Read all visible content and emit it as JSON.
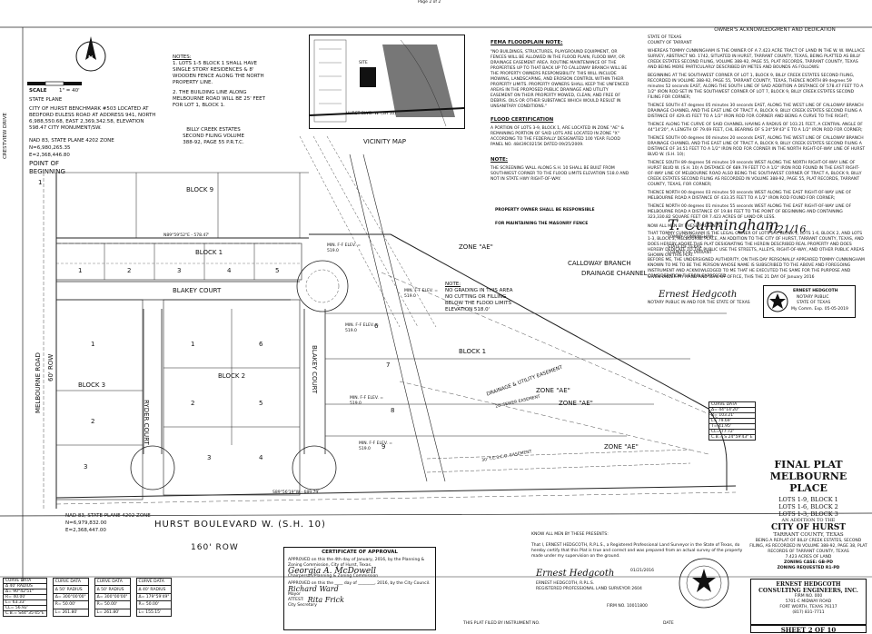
{
  "header": {
    "top_center": "Page 2 of 2"
  },
  "left_block": {
    "street_crestview": "CRESTVIEW DRIVE",
    "scale_label": "SCALE",
    "scale_value": "1\" = 40'",
    "state_plane": "STATE PLANE",
    "benchmark": "CITY OF HURST BENCHMARK #503 LOCATED AT BEDFORD EULESS ROAD AT ADDRESS 941, NORTH 6,988,550.68, EAST 2,369,342.58, ELEVATION 598.47 CITY MONUMENT/SW.",
    "nad_top": "NAD 83, STATE PLANE 4202 ZONE",
    "nad_top_n": "N=6,980,265.35",
    "nad_top_e": "E=2,368,446.80",
    "pob": "POINT OF BEGINNING",
    "nad_bottom": "NAD 83, STATE PLANE 4202 ZONE",
    "nad_bottom_n": "N=6,979,832.00",
    "nad_bottom_e": "E=2,368,447.00",
    "melbourne_road": "MELBOURNE ROAD",
    "melbourne_row": "60' ROW"
  },
  "notes": {
    "title": "NOTES:",
    "items": [
      "1. LOTS 1-5 BLOCK 1 SHALL HAVE SINGLE STORY RESIDENCES & 8' WOODEN FENCE ALONG THE NORTH PROPERTY LINE.",
      "2. THE BUILDING LINE ALONG MELBOURNE ROAD WILL BE 25' FEET FOR LOT 1, BLOCK 1."
    ]
  },
  "billy_creek": "BILLY CREEK ESTATES SECOND FILING VOLUME 388-92, PAGE 55 P.R.T.C.",
  "vicinity": {
    "label": "VICINITY MAP",
    "street": "HURST BLVD. W. (SH 10)",
    "site": "SITE"
  },
  "fema": {
    "title": "FEMA FLOODPLAIN NOTE:",
    "body": "\"NO BUILDINGS, STRUCTURES, PLAYGROUND EQUIPMENT, OR FENCES WILL BE ALLOWED IN THE FLOOD PLAIN, FLOOD WAY, OR DRAINAGE EASEMENT AREA. ROUTINE MAINTENANCE OF THE PROPERTIES UP TO THAT BACK UP TO CALLOWAY BRANCH WILL BE THE PROPERTY OWNERS RESPONSIBILITY. THIS WILL INCLUDE MOWING, LANDSCAPING, AND EROSION CONTROL WITHIN THEIR PROPERTY LIMITS. PROPERTY OWNERS SHALL KEEP THE UNFENCED AREAS IN THE PROPOSED PUBLIC DRAINAGE AND UTILITY EASEMENT ON THEIR PROPERTY MOWED, CLEAN, AND FREE OF DEBRIS. OILS OR OTHER SUBSTANCE WHICH WOULD RESULT IN UNSANITARY CONDITIONS.\"",
    "flood_title": "FLOOD CERTIFICATION",
    "flood_body": "A PORTION OF LOTS 3-9, BLOCK 1, ARE LOCATED IN ZONE \"AE\" & REMAINING PORTION OF SAID LOTS ARE LOCATED IN ZONE \"X\" ACCORDING TO THE FEDERALLY DESIGNATED 100 YEAR FLOOD PANEL NO. 48439C0215K DATED 09/25/2009.",
    "note_title": "NOTE:",
    "note_body": "THE SCREENING WALL ALONG S.H. 10 SHALL BE BUILT FROM SOUTHWEST CORNER TO THE FLOOD LIMITS ELEVATION 518.0 AND NOT IN STATE HWY RIGHT-OF-WAY.",
    "owner_resp_1": "PROPERTY OWNER SHALL BE RESPONSIBLE",
    "owner_resp_2": "FOR MAINTAINING THE MASONRY FENCE"
  },
  "dedication": {
    "title": "OWNER'S ACKNOWLEDGMENT AND DEDICATION",
    "state": "STATE OF TEXAS",
    "county": "COUNTY OF TARRANT",
    "para1": "WHEREAS TOMMY CUNNINGHAM IS THE OWNER OF A 7.423 ACRE TRACT OF LAND IN THE W. W. WALLACE SURVEY, ABSTRACT NO. 1742, SITUATED IN HURST, TARRANT COUNTY, TEXAS, BEING PLATTED AS BILLY CREEK ESTATES SECOND FILING, VOLUME 388-92, PAGE 55, PLAT RECORDS, TARRANT COUNTY, TEXAS AND BEING MORE PARTICULARLY DESCRIBED BY METES AND BOUNDS AS FOLLOWS:",
    "para2": "BEGINNING AT THE SOUTHWEST CORNER OF LOT 1, BLOCK 9, BILLY CREEK ESTATES SECOND FILING, RECORDED IN VOLUME 388-92, PAGE 55, TARRANT COUNTY, TEXAS, THENCE NORTH 89 degrees 59 minutes 52 seconds EAST, ALONG THE SOUTH LINE OF SAID ADDITION A DISTANCE OF 578.47 FEET TO A 1/2\" IRON ROD SET IN THE SOUTHWEST CORNER OF LOT 7, BLOCK 9, BILLY CREEK ESTATES SECOND FILING FOR CORNER;",
    "para3": "THENCE SOUTH 47 degrees 05 minutes 30 seconds EAST, ALONG THE WEST LINE OF CALLOWAY BRANCH DRAINAGE CHANNEL AND THE EAST LINE OF TRACT A, BLOCK 9, BILLY CREEK ESTATES SECOND FILING A DISTANCE OF 429.45 FEET TO A 1/2\" IRON ROD FOR CORNER AND BEING A CURVE TO THE RIGHT;",
    "para4": "THENCE ALONG THE CURVE OF SAID CHANNEL HAVING A RADIUS OF 103.21 FEET, A CENTRAL ANGLE OF 44°14'20\", A LENGTH OF 79.69 FEET, CHL BEARING OF S 24°59'43\" E TO A 1/2\" IRON ROD FOR CORNER;",
    "para5": "THENCE SOUTH 00 degrees 00 minutes 20 seconds EAST, ALONG THE WEST LINE OF CALLOWAY BRANCH DRAINAGE CHANNEL AND THE EAST LINE OF TRACT A, BLOCK 9, BILLY CREEK ESTATES SECOND FILING A DISTANCE OF 34.51 FEET TO A 1/2\" IRON ROD FOR CORNER IN THE NORTH RIGHT-OF-WAY LINE OF HURST BLVD W. (S.H. 10);",
    "para6": "THENCE SOUTH 89 degrees 56 minutes 19 seconds WEST ALONG THE NORTH RIGHT-OF-WAY LINE OF HURST BLVD W. (S.H. 10) A DISTANCE OF 689.79 FEET TO A 1/2\" IRON ROD FOUND IN THE EAST RIGHT-OF-WAY LINE OF MELBOURNE ROAD ALSO BEING THE SOUTHWEST CORNER OF TRACT A, BLOCK 9, BILLY CREEK ESTATES SECOND FILING AS RECORDED IN VOLUME 388-92, PAGE 55, PLAT RECORDS, TARRANT COUNTY, TEXAS, FOR CORNER;",
    "para7": "THENCE NORTH 00 degrees 03 minutes 50 seconds WEST ALONG THE EAST RIGHT-OF-WAY LINE OF MELBOURNE ROAD A DISTANCE OF 433.35 FEET TO A 1/2\" IRON ROD FOUND FOR CORNER;",
    "para8": "THENCE NORTH 00 degrees 01 minutes 55 seconds WEST ALONG THE EAST RIGHT-OF-WAY LINE OF MELBOURNE ROAD A DISTANCE OF 19.84 FEET TO THE POINT OF BEGINNING AND CONTAINING 323,330.82 SQUARE FEET OR 7.423 ACRES OF LAND OR LESS.",
    "now_title": "NOW ALL MEN BY THESE PRESENTS:",
    "now_body": "THAT TOMMY CUNNINGHAM IS THE LEGAL OWNER OF LOTS 1-9, BLOCK 1, LOTS 1-6, BLOCK 2, AND LOTS 1-3, BLOCK 3, MELBOURNE PLACE, AN ADDITION TO THE CITY OF HURST, TARRANT COUNTY, TEXAS, AND DOES HEREBY ADOPT THIS PLAT DESIGNATING THE HEREIN DESCRIBED REAL PROPERTY AND DOES HEREBY DEDICATE TO THE PUBLIC USE THE STREETS, ALLEYS, RIGHT-OF-WAY, AND OTHER PUBLIC AREAS SHOWN ON THIS PLAT.",
    "owner_name": "TOMMY CUNNINGHAM",
    "signature": "T. Cunningham",
    "sign_date": "1/21/16",
    "state2": "STATE OF TEXAS",
    "county2": "COUNTY OF TARRANT",
    "notary_body": "BEFORE ME, THE UNDERSIGNED AUTHORITY, ON THIS DAY PERSONALLY APPEARED TOMMY CUNNINGHAM KNOWN TO ME TO BE THE PERSON WHOSE NAME IS SUBSCRIBED TO THE ABOVE AND FOREGOING INSTRUMENT AND ACKNOWLEDGED TO ME THAT HE EXECUTED THE SAME FOR THE PURPOSE AND CONSIDERATION THEREIN EXPRESSED.",
    "given_line": "GIVEN UNDER MY HAND AND SEAL OF OFFICE, THIS THE 21 DAY OF January 2016",
    "notary_sig": "Ernest Hedgcoth",
    "notary_caption": "NOTARY PUBLIC IN AND FOR THE STATE OF TEXAS",
    "seal_name": "ERNEST HEDGCOTH",
    "seal_line1": "NOTARY PUBLIC",
    "seal_line2": "STATE OF TEXAS",
    "seal_line3": "My Comm. Exp. 05-05-2019"
  },
  "plat_labels": {
    "block9": "BLOCK 9",
    "block1_top": "BLOCK 1",
    "block1_right": "BLOCK 1",
    "block2": "BLOCK 2",
    "block3": "BLOCK 3",
    "blakey_court_h": "BLAKEY COURT",
    "blakey_court_v": "BLAKEY COURT",
    "ryder_court": "RYDER COURT",
    "calloway_1": "CALLOWAY BRANCH",
    "calloway_2": "DRAINAGE CHANNEL",
    "zone_ae_1": "ZONE \"AE\"",
    "zone_ae_2": "ZONE \"AE\"",
    "zone_ae_3": "ZONE \"AE\"",
    "zone_ae_4": "ZONE \"AE\"",
    "no_grading_1": "NOTE:",
    "no_grading_2": "NO GRADING IN THIS AREA",
    "no_grading_3": "NO CUTTING OR FILLING",
    "no_grading_4": "BELOW THE FLOOD LIMITS",
    "no_grading_5": "ELEVATION 518.0'",
    "drainage_easement": "DRAINAGE & UTILITY EASEMENT",
    "sewer_easement": "20' SEWER EASEMENT",
    "tesco_easement": "30' T.E.S.C.O. EASEMENT",
    "hurst_blvd": "HURST BOULEVARD W. (S.H. 10)",
    "hurst_row": "160' ROW",
    "min_ff_1": "MIN. F-F ELEV. = 519.0",
    "min_ff_2": "MIN. F-F ELEV. = 519.0",
    "min_ff_3": "MIN. F-F ELEV. = 519.0",
    "min_ff_4": "MIN. F-F ELEV. = 519.0",
    "min_ff_5": "MIN. F-F ELEV. = 519.0",
    "bearing_top": "N89°59'52\"E - 578.47'",
    "bearing_bottom": "S89°56'19\"W - 689.79'",
    "lot_numbers_block1_top": [
      "1",
      "2",
      "3",
      "4",
      "5"
    ],
    "lot_numbers_block2": [
      "1",
      "2",
      "3",
      "4",
      "5",
      "6"
    ],
    "lot_numbers_block3": [
      "1",
      "2",
      "3"
    ],
    "lot_numbers_block1_right": [
      "6",
      "7",
      "8",
      "9"
    ],
    "pob_lot": "1"
  },
  "curve_data_right": {
    "title": "CURVE DATA",
    "rows": [
      "Δ= 44°14'20\"",
      "R= 103.21'",
      "L= 79.69'",
      "T= 41.95'",
      "CL= 77.72'",
      "C.B.= S 24°59'43\" E"
    ]
  },
  "curve_tables": [
    {
      "title": "CURVE DATA",
      "rows": [
        "Δ 40' RADIUS",
        "Δ= 90°42'51\"",
        "R= 40.00'",
        "L= 63.33'",
        "CL= 56.92'",
        "C.B.= S44°35'45\"E"
      ]
    },
    {
      "title": "CURVE DATA",
      "rows": [
        "Δ 50' RADIUS",
        "Δ= 300°00'00\"",
        "R= 50.00'",
        "L= 261.80'",
        "",
        ""
      ]
    },
    {
      "title": "CURVE DATA",
      "rows": [
        "Δ 50' RADIUS",
        "Δ= 300°00'00\"",
        "R= 50.00'",
        "L= 261.80'",
        "",
        ""
      ]
    },
    {
      "title": "CURVE DATA",
      "rows": [
        "Δ 40' RADIUS",
        "Δ= 179°59'49\"",
        "R= 50.00'",
        "L= 155.15'",
        "",
        ""
      ]
    }
  ],
  "certificate": {
    "title": "CERTIFICATE OF APPROVAL",
    "approved_1": "APPROVED on this the 4th day of January, 2016, by the Planning & Zoning Commission, City of Hurst, Texas.",
    "sig_1": "Georgia A. McDowell",
    "sig_1_caption": "Chairperson/Planning & Zoning Commission",
    "approved_2": "APPROVED on this the ____ day of ________, 2016, by the City Council.",
    "sig_2": "Richard Ward",
    "sig_2_caption": "Mayor",
    "attest": "ATTEST:",
    "sig_3": "Rita Frick",
    "sig_3_caption": "City Secretary"
  },
  "surveyor": {
    "know_all": "KNOW ALL MEN BY THESE PRESENTS:",
    "body": "That I, ERNEST HEDGCOTH, R.P.L.S., a Registered Professional Land Surveyor in the State of Texas, do hereby certify that this Plat is true and correct and was prepared from an actual survey of the property made under my supervision on the ground.",
    "signature": "Ernest Hedgcoth",
    "name": "ERNEST HEDGCOTH, R.P.L.S.",
    "caption": "REGISTERED PROFESSIONAL LAND SURVEYOR 2604",
    "date": "01/21/2016",
    "firm_no": "FIRM NO. 10011800",
    "filed": "THIS PLAT FILED BY INSTRUMENT NO.",
    "date_label": "DATE"
  },
  "title_block": {
    "final_plat": "FINAL PLAT",
    "name": "MELBOURNE PLACE",
    "lots1": "LOTS 1-9, BLOCK 1",
    "lots2": "LOTS 1-6, BLOCK 2",
    "lots3": "LOTS 1-3, BLOCK 3",
    "an_addition": "AN ADDITION TO THE",
    "city": "CITY OF HURST",
    "county": "TARRANT COUNTY, TEXAS",
    "replat": "BEING A REPLAT OF BILLY CREEK ESTATES, SECOND FILING, AS RECORDED IN VOLUME 388-92, PAGE 38, PLAT RECORDS OF TARRANT COUNTY, TEXAS",
    "acres": "7.423 ACRES OF LAND",
    "zoning_case": "ZONING CASE: GB-PD",
    "zoning_req": "ZONING REQUESTED R1-PD",
    "firm1": "ERNEST HEDGCOTH",
    "firm2": "CONSULTING ENGINEERS, INC.",
    "firm_num": "FIRM NO. 000",
    "addr1": "5701-C MIDWAY ROAD",
    "addr2": "FORT WORTH, TEXAS 76117",
    "phone": "(817) 831-7711",
    "sheet": "SHEET 2 OF 10"
  }
}
